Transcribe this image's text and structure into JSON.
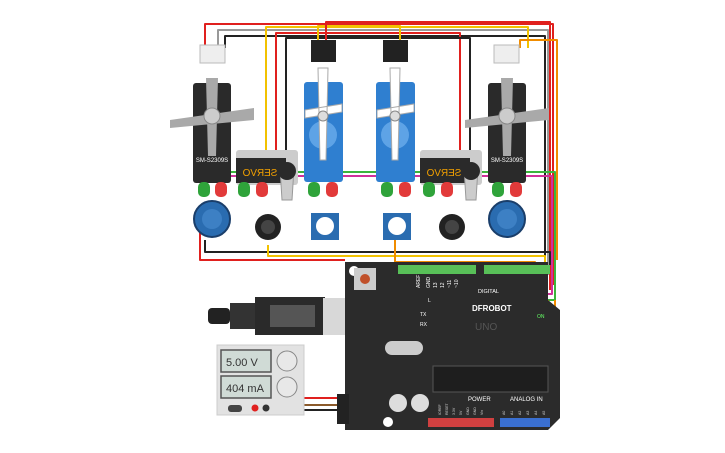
{
  "servos": [
    {
      "model": "SM-S2309S"
    },
    {
      "model": "SM-S2309S"
    }
  ],
  "servo_modules": [
    {
      "label": "SERVO"
    },
    {
      "label": "SERVO"
    }
  ],
  "power_supply": {
    "voltage": "5.00 V",
    "current": "404 mA"
  },
  "arduino": {
    "brand": "DFROBOT",
    "model": "UNO",
    "on_label": "ON",
    "tx": "TX",
    "rx": "RX",
    "l": "L",
    "digital_label": "DIGITAL",
    "power_label": "POWER",
    "analog_label": "ANALOG IN",
    "top_pins": [
      "AREF",
      "GND",
      "13",
      "12",
      "~11",
      "~10"
    ],
    "power_pins": [
      "IOREF",
      "RESET",
      "3.3V",
      "5V",
      "GND",
      "GND",
      "Vin"
    ],
    "analog_pins": [
      "A0",
      "A1",
      "A2",
      "A3",
      "A4",
      "A5"
    ]
  },
  "colors": {
    "wire_red": "#e0201e",
    "wire_black": "#222222",
    "wire_yellow": "#f2c200",
    "wire_orange": "#f08c00",
    "wire_green": "#3cb43c",
    "wire_magenta": "#d0309a",
    "wire_gray": "#999999",
    "board": "#2b2b2b",
    "pot_blue": "#2a6cb0"
  }
}
